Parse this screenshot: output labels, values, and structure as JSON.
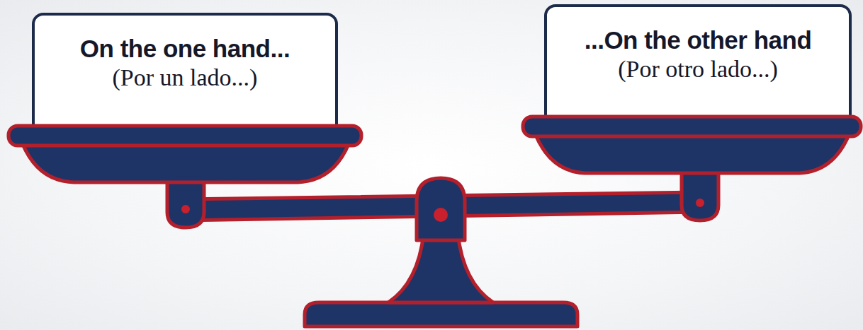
{
  "diagram": {
    "nodes": [
      {
        "text": [
          "On the one hand...",
          "(Por un lado...)"
        ]
      },
      {
        "text": [
          "...On the other hand",
          "(Por otro lado...)"
        ]
      }
    ]
  }
}
